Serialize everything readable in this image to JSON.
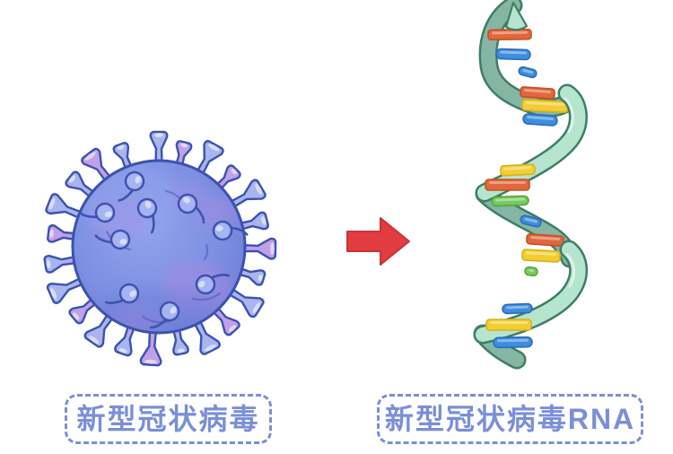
{
  "figure": {
    "description": "Novel coronavirus converted to its RNA strand",
    "background": "#ffffff"
  },
  "labels": {
    "virus": "新型冠状病毒",
    "rna": "新型冠状病毒RNA"
  },
  "icons": {
    "virus": "coronavirus-illustration",
    "arrow": "arrow-right-icon",
    "rna": "rna-helix-illustration"
  },
  "colors": {
    "label_accent": "#7b8fd8",
    "arrow_red": "#e13c40",
    "arrow_red_edge": "#c8343a",
    "virus_body": "#7e90e2",
    "virus_body_light": "#92a3ec",
    "virus_body_dark": "#6a7cd4",
    "virus_outline": "#3b53ae",
    "virus_spike_blue": "#a8b5ee",
    "virus_spike_pink": "#c0a0e8",
    "virus_patch_purple": "#b08ae2",
    "helix_front": "#b6e5ce",
    "helix_back": "#85b6a3",
    "helix_outline": "#3e7e66",
    "base_orange": "#e2673a",
    "base_orange_edge": "#c4502a",
    "base_blue": "#3e8edd",
    "base_blue_edge": "#2a6cbd",
    "base_yellow": "#f2ce33",
    "base_yellow_edge": "#d8b21c",
    "base_green": "#78c95e",
    "base_green_edge": "#55a83c"
  },
  "rna": {
    "strand_type": "single-helix",
    "bases_top_to_bottom": [
      "orange",
      "blue",
      "blue",
      "orange",
      "yellow",
      "blue",
      "yellow",
      "orange",
      "green",
      "blue",
      "orange",
      "yellow",
      "green",
      "blue",
      "yellow",
      "blue"
    ]
  }
}
